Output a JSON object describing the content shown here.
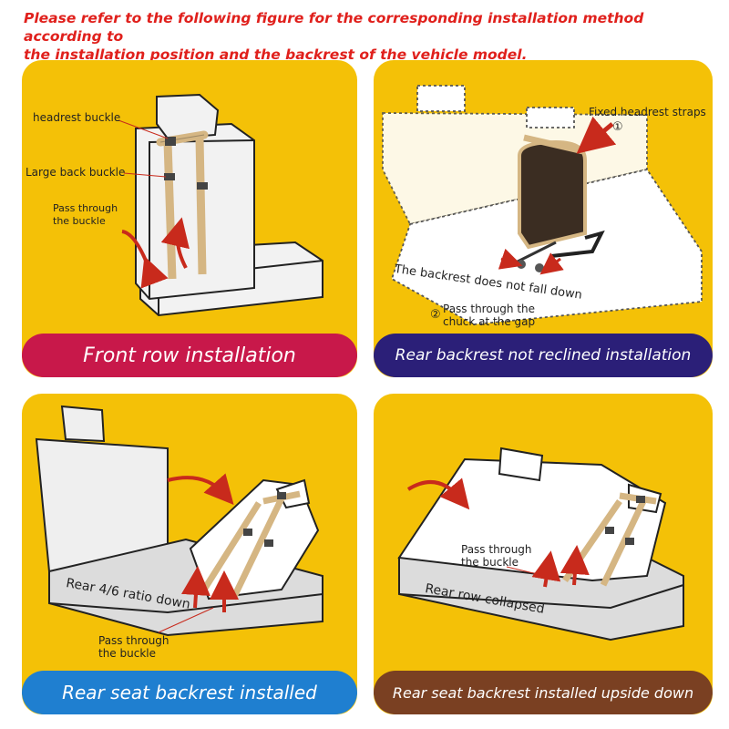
{
  "header": {
    "line1": "Please refer to the following figure for the corresponding installation method according to",
    "line2": "the installation position and the backrest of the vehicle model."
  },
  "colors": {
    "panel_bg": "#f4c107",
    "strap": "#d5b683",
    "arrow": "#c82a1c",
    "banner_front": "#c8184a",
    "banner_rear_not_reclined": "#2b1f78",
    "banner_rear_backrest": "#1f7fd0",
    "banner_upside_down": "#7a4022"
  },
  "panels": {
    "front": {
      "banner": "Front row installation",
      "labels": {
        "headrest_buckle": "headrest buckle",
        "large_back_buckle": "Large back buckle",
        "pass_through_1": "Pass through",
        "pass_through_2": "the buckle"
      }
    },
    "rear_not_reclined": {
      "banner": "Rear backrest not reclined installation",
      "labels": {
        "fixed_headrest_straps": "Fixed headrest straps",
        "step1": "①",
        "does_not_fall": "The backrest does not fall down",
        "step2": "②",
        "pass_chuck_1": "Pass through the",
        "pass_chuck_2": "chuck at the gap"
      }
    },
    "rear_backrest": {
      "banner": "Rear seat backrest installed",
      "labels": {
        "ratio_down": "Rear 4/6 ratio down",
        "pass_through_1": "Pass through",
        "pass_through_2": "the buckle"
      }
    },
    "upside_down": {
      "banner": "Rear seat backrest installed upside down",
      "labels": {
        "pass_through_1": "Pass through",
        "pass_through_2": "the buckle",
        "row_collapsed": "Rear row collapsed"
      }
    }
  }
}
